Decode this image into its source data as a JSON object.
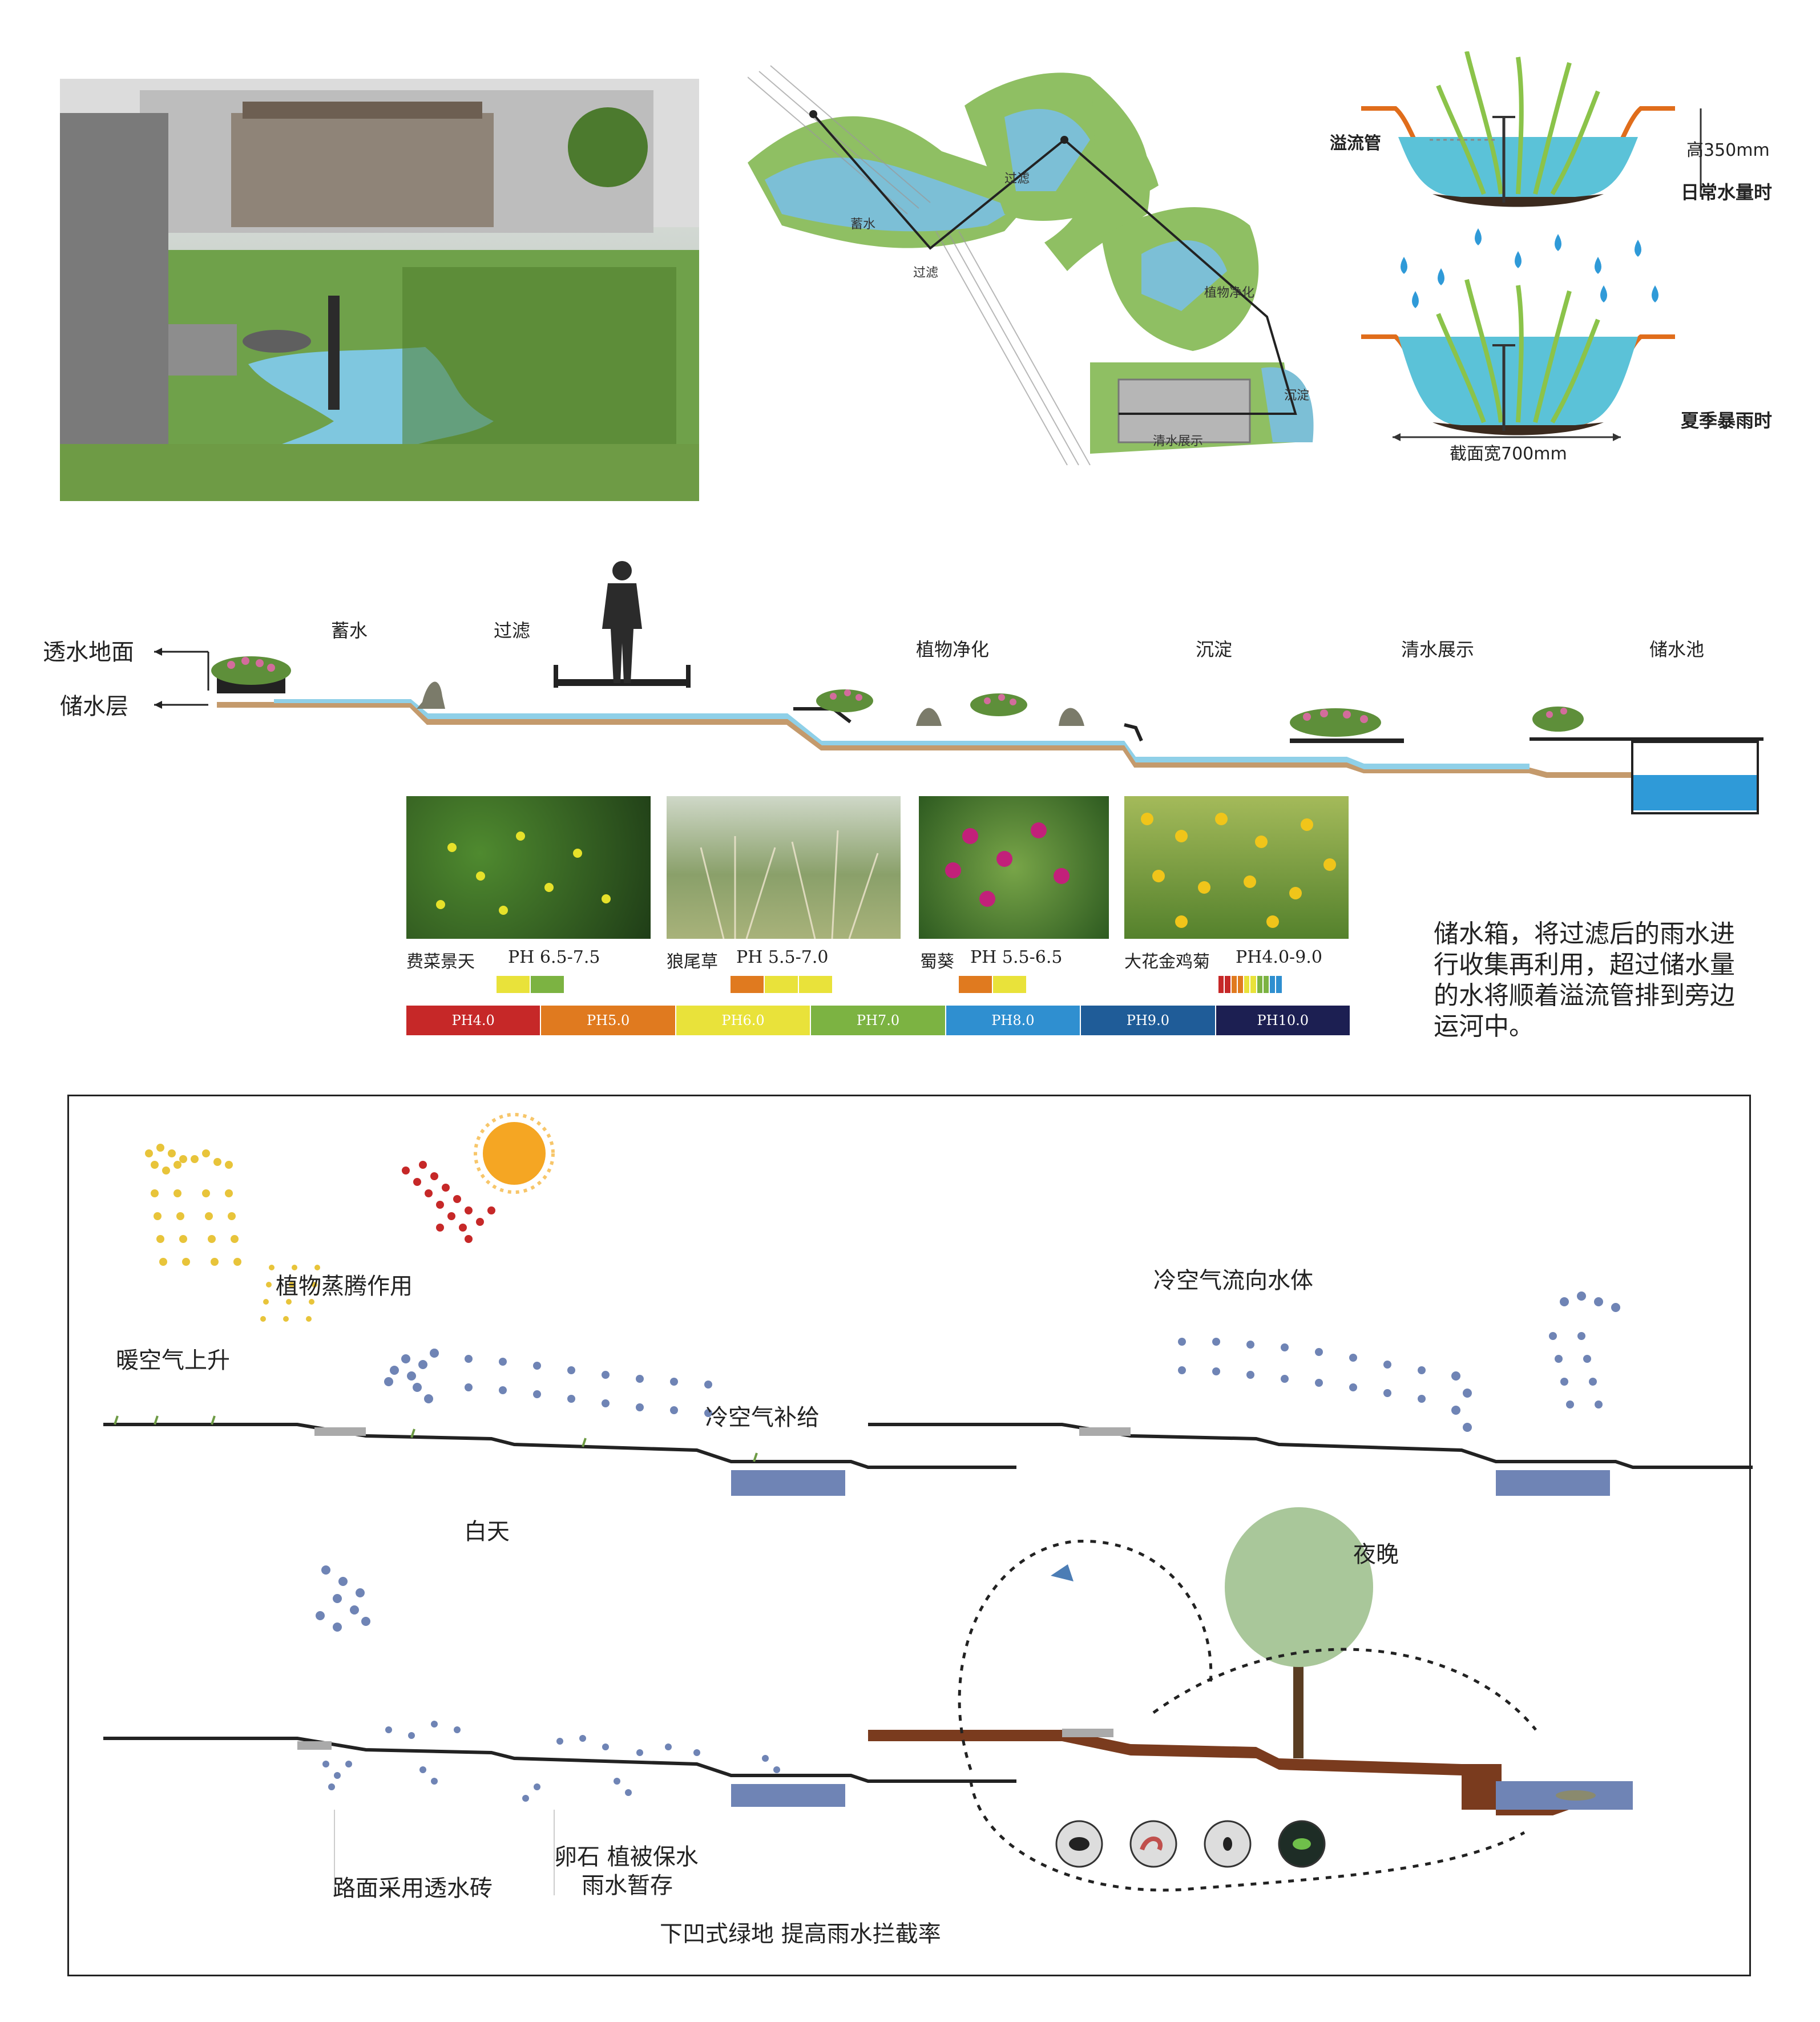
{
  "plan": {
    "labels": [
      "蓄水",
      "过滤",
      "植物净化",
      "沉淀",
      "清水展示"
    ]
  },
  "bioswale": {
    "overflow_pipe": "溢流管",
    "height": "高350mm",
    "normal_state": "日常水量时",
    "storm_state": "夏季暴雨时",
    "width": "截面宽700mm"
  },
  "section": {
    "permeable_ground": "透水地面",
    "storage_layer": "储水层",
    "stages": [
      "蓄水",
      "过滤",
      "植物净化",
      "沉淀",
      "清水展示",
      "储水池"
    ]
  },
  "plants": [
    {
      "name": "费菜景天",
      "ph": "PH 6.5-7.5",
      "ph_min": 6.5,
      "ph_max": 7.5
    },
    {
      "name": "狼尾草",
      "ph": "PH 5.5-7.0",
      "ph_min": 5.5,
      "ph_max": 7.0
    },
    {
      "name": "蜀葵",
      "ph": "PH 5.5-6.5",
      "ph_min": 5.5,
      "ph_max": 6.5
    },
    {
      "name": "大花金鸡菊",
      "ph": "PH4.0-9.0",
      "ph_min": 4.0,
      "ph_max": 9.0
    }
  ],
  "ph_scale": [
    {
      "label": "PH4.0",
      "color": "#c62828"
    },
    {
      "label": "PH5.0",
      "color": "#e07a1f"
    },
    {
      "label": "PH6.0",
      "color": "#e9e23a"
    },
    {
      "label": "PH7.0",
      "color": "#7cb342"
    },
    {
      "label": "PH8.0",
      "color": "#2f8fd0"
    },
    {
      "label": "PH9.0",
      "color": "#1f5c98"
    },
    {
      "label": "PH10.0",
      "color": "#1c1f52"
    }
  ],
  "note_lines": [
    "储水箱，将过滤后的雨水进",
    "行收集再利用，超过储水量",
    "的水将顺着溢流管排到旁边",
    "运河中。"
  ],
  "microclimate": {
    "warm_air_rise": "暖空气上升",
    "transpiration": "植物蒸腾作用",
    "cool_air_supply": "冷空气补给",
    "daytime": "白天",
    "cool_air_to_water": "冷空气流向水体",
    "night": "夜晚",
    "permeable_brick": "路面采用透水砖",
    "pebble_line1": "卵石 植被保水",
    "pebble_line2": "雨水暂存",
    "sunken_greenland": "下凹式绿地  提高雨水拦截率"
  },
  "colors": {
    "water": "#8fd0e8",
    "soil": "#c49a6c",
    "orange_swale": "#e06d1b",
    "dot_blue": "#6f84b5",
    "dot_yellow": "#e8c43a",
    "dot_red": "#c62828"
  }
}
